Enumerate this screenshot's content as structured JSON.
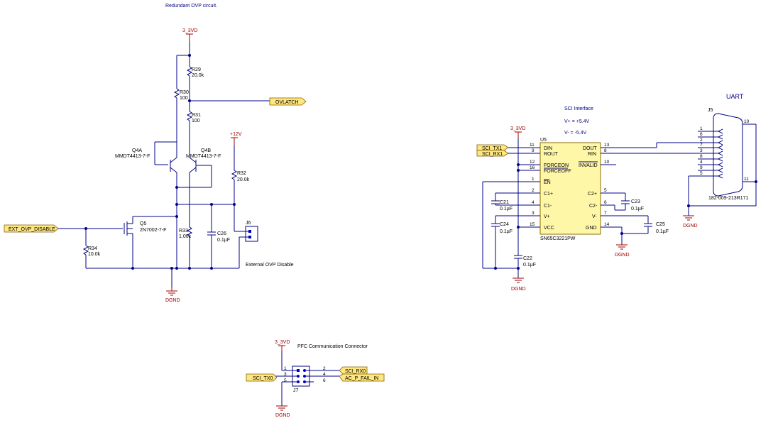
{
  "titles": {
    "ovp": "Redundant OVP circuit.",
    "sci": "SCI Interface",
    "uart": "UART",
    "ext_ovp": "External OVP Disable",
    "pfc": "PFC Communication Connector",
    "vplus": "V+ = +5.4V",
    "vminus": "V- = -5.4V"
  },
  "power": {
    "v33": "3_3VD",
    "v12": "+12V",
    "gnd": "DGND"
  },
  "ports": {
    "ovlatch": "OVLATCH",
    "ext_ovp_disable": "EXT_OVP_DISABLE",
    "sci_tx1": "SCI_TX1",
    "sci_rx1": "SCI_RX1",
    "sci_tx0": "SCI_TX0",
    "sci_rx0": "SCI_RX0",
    "ac_p_fail_in": "AC_P_FAIL_IN"
  },
  "components": {
    "r29": {
      "ref": "R29",
      "value": "20.0k"
    },
    "r30": {
      "ref": "R30",
      "value": "100"
    },
    "r31": {
      "ref": "R31",
      "value": "100"
    },
    "r32": {
      "ref": "R32",
      "value": "20.0k"
    },
    "r33": {
      "ref": "R33",
      "value": "1.00k"
    },
    "r34": {
      "ref": "R34",
      "value": "10.0k"
    },
    "c26": {
      "ref": "C26",
      "value": "0.1µF"
    },
    "q4a": {
      "ref": "Q4A",
      "value": "MMDT4413-7-F"
    },
    "q4b": {
      "ref": "Q4B",
      "value": "MMDT4413-7-F"
    },
    "q5": {
      "ref": "Q5",
      "value": "2N7002-7-F"
    },
    "j6": {
      "ref": "J6"
    },
    "j7": {
      "ref": "J7"
    },
    "j5": {
      "ref": "J5",
      "value": "182-009-213R171"
    },
    "u5": {
      "ref": "U5",
      "value": "SN65C3221PW"
    },
    "c21": {
      "ref": "C21",
      "value": "0.1µF"
    },
    "c22": {
      "ref": "C22",
      "value": "0.1µF"
    },
    "c23": {
      "ref": "C23",
      "value": "0.1µF"
    },
    "c24": {
      "ref": "C24",
      "value": "0.1µF"
    },
    "c25": {
      "ref": "C25",
      "value": "0.1µF"
    }
  },
  "u5_pins_left": [
    {
      "num": "11",
      "name": "DIN"
    },
    {
      "num": "9",
      "name": "ROUT"
    },
    {
      "num": "12",
      "name": "FORCEON"
    },
    {
      "num": "16",
      "name": "FORCEOFF"
    },
    {
      "num": "1",
      "name": "EN"
    },
    {
      "num": "2",
      "name": "C1+"
    },
    {
      "num": "4",
      "name": "C1-"
    },
    {
      "num": "3",
      "name": "V+"
    },
    {
      "num": "15",
      "name": "VCC"
    }
  ],
  "u5_pins_right": [
    {
      "num": "13",
      "name": "DOUT"
    },
    {
      "num": "8",
      "name": "RIN"
    },
    {
      "num": "10",
      "name": "INVALID"
    },
    {
      "num": "5",
      "name": "C2+"
    },
    {
      "num": "6",
      "name": "C2-"
    },
    {
      "num": "7",
      "name": "V-"
    },
    {
      "num": "14",
      "name": "GND"
    }
  ],
  "j5_pins": [
    "1",
    "6",
    "2",
    "7",
    "3",
    "8",
    "4",
    "9",
    "5",
    "10",
    "11"
  ],
  "j7_pins": [
    "1",
    "2",
    "3",
    "4",
    "5",
    "6"
  ]
}
